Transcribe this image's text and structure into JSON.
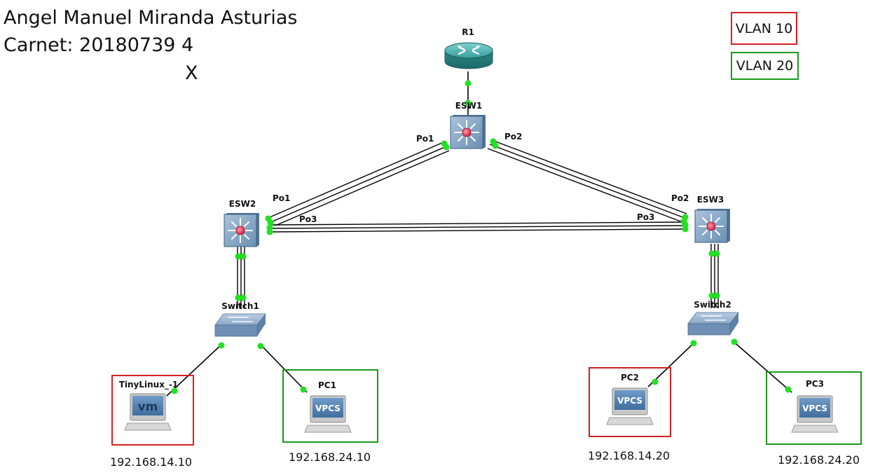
{
  "header": {
    "name": "Angel Manuel Miranda Asturias",
    "carnet": "Carnet: 20180739 4",
    "mark": "X"
  },
  "legend": [
    {
      "label": "VLAN 10",
      "color": "#d42020"
    },
    {
      "label": "VLAN 20",
      "color": "#1a9a1a"
    }
  ],
  "colors": {
    "link_dot": "#22e022",
    "link_line": "#000000",
    "vlan10": "#d42020",
    "vlan20": "#1a9a1a",
    "router_body": "#2a8a8a",
    "l3switch_body": "#7fa3c4",
    "switch_body": "#7f9fc0",
    "switch_center": "#e8405a"
  },
  "nodes": {
    "r1": {
      "label": "R1",
      "icon": "router-icon"
    },
    "esw1": {
      "label": "ESW1",
      "icon": "multilayer-switch-icon"
    },
    "esw2": {
      "label": "ESW2",
      "icon": "multilayer-switch-icon"
    },
    "esw3": {
      "label": "ESW3",
      "icon": "multilayer-switch-icon"
    },
    "switch1": {
      "label": "Switch1",
      "icon": "ethernet-switch-icon"
    },
    "switch2": {
      "label": "Switch2",
      "icon": "ethernet-switch-icon"
    },
    "tinylinux": {
      "label": "TinyLinux_-1",
      "screen": "vm",
      "ip": "192.168.14.10",
      "vlan": "VLAN 10"
    },
    "pc1": {
      "label": "PC1",
      "screen": "VPCS",
      "ip": "192.168.24.10",
      "vlan": "VLAN 20"
    },
    "pc2": {
      "label": "PC2",
      "screen": "VPCS",
      "ip": "192.168.14.20",
      "vlan": "VLAN 10"
    },
    "pc3": {
      "label": "PC3",
      "screen": "VPCS",
      "ip": "192.168.24.20",
      "vlan": "VLAN 20"
    }
  },
  "ports": {
    "esw1_po1": "Po1",
    "esw1_po2": "Po2",
    "esw2_po1": "Po1",
    "esw2_po3": "Po3",
    "esw3_po2": "Po2",
    "esw3_po3": "Po3"
  }
}
